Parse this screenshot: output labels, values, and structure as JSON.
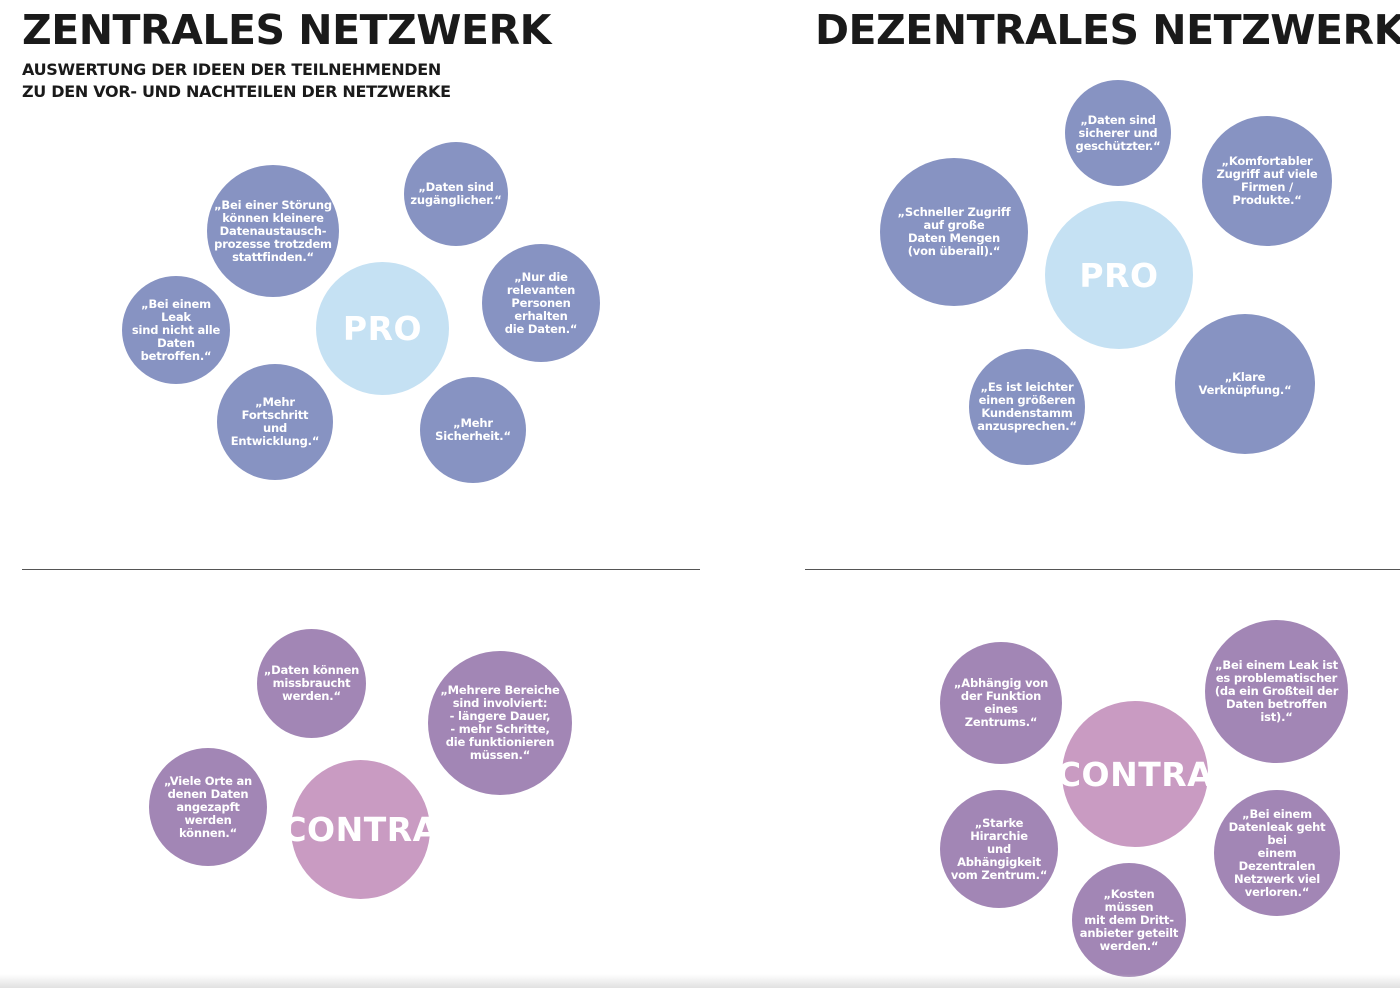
{
  "left": {
    "title": "ZENTRALES NETZWERK",
    "subtitle_line1": "AUSWERTUNG DER IDEEN DER TEILNEHMENDEN",
    "subtitle_line2": "ZU DEN  VOR- UND NACHTEILEN DER NETZWERKE",
    "pro": {
      "hub": "PRO",
      "items": [
        "„Bei einer Störung\nkönnen kleinere\nDatenaustausch-\nprozesse trotzdem\nstattfinden.“",
        "„Daten sind\nzugänglicher.“",
        "„Nur die\nrelevanten\nPersonen erhalten\ndie Daten.“",
        "„Bei einem Leak\nsind nicht alle\nDaten betroffen.“",
        "„Mehr Fortschritt\nund Entwicklung.“",
        "„Mehr Sicherheit.“"
      ]
    },
    "contra": {
      "hub": "CONTRA",
      "items": [
        "„Daten können\nmissbraucht\nwerden.“",
        "„Mehrere Bereiche\nsind involviert:\n- längere Dauer,\n- mehr Schritte,\ndie funktionieren\nmüssen.“",
        "„Viele Orte an\ndenen Daten\nangezapft werden\nkönnen.“"
      ]
    }
  },
  "right": {
    "title": "DEZENTRALES NETZWERK",
    "pro": {
      "hub": "PRO",
      "items": [
        "„Daten sind\nsicherer und\ngeschützter.“",
        "„Komfortabler\nZugriff auf viele\nFirmen / Produkte.“",
        "„Schneller Zugriff\nauf große\nDaten Mengen\n(von überall).“",
        "„Klare Verknüpfung.“",
        "„Es ist leichter\neinen größeren\nKundenstamm\nanzusprechen.“"
      ]
    },
    "contra": {
      "hub": "CONTRA",
      "items": [
        "„Abhängig von\nder Funktion eines\nZentrums.“",
        "„Bei einem Leak ist\nes problematischer\n(da ein Großteil der\nDaten betroffen\nist).“",
        "„Starke Hirarchie\nund Abhängigkeit\nvom Zentrum.“",
        "„Bei einem\nDatenleak geht bei\neinem Dezentralen\nNetzwerk viel\nverloren.“",
        "„Kosten müssen\nmit dem Dritt-\nanbieter geteilt\nwerden.“"
      ]
    }
  },
  "colors": {
    "pro_item": "#8793c2",
    "pro_hub": "#c5e1f3",
    "contra_item": "#a286b5",
    "contra_hub": "#c99bc2"
  }
}
